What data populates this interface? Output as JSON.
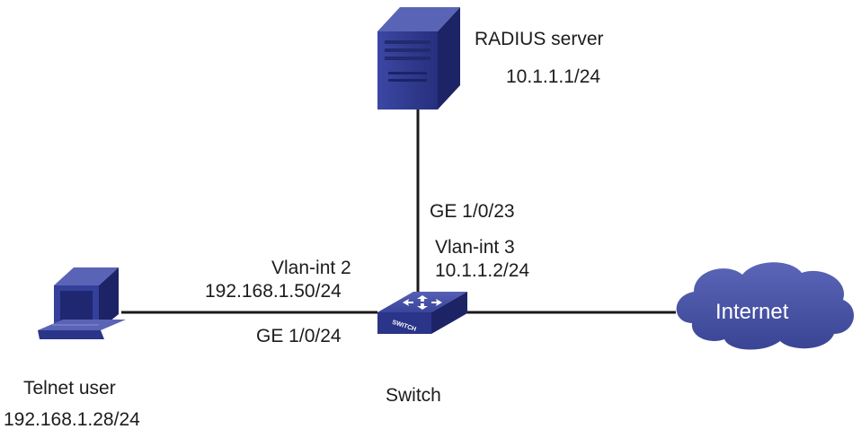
{
  "nodes": {
    "radius_server": {
      "name": "RADIUS server",
      "ip": "10.1.1.1/24"
    },
    "switch": {
      "name": "Switch",
      "badge": "SWITCH"
    },
    "telnet_user": {
      "name": "Telnet user",
      "ip": "192.168.1.28/24"
    },
    "internet": {
      "name": "Internet"
    }
  },
  "interfaces": {
    "uplink_port": "GE 1/0/23",
    "vlan3_name": "Vlan-int 3",
    "vlan3_ip": "10.1.1.2/24",
    "vlan2_name": "Vlan-int 2",
    "vlan2_ip": "192.168.1.50/24",
    "downlink_port": "GE 1/0/24"
  },
  "colors": {
    "link": "#1a1a1a",
    "device_blue": "#34409a",
    "device_dark": "#1f2770",
    "cloud_fill": "#4b55a6",
    "cloud_text": "#ffffff"
  }
}
